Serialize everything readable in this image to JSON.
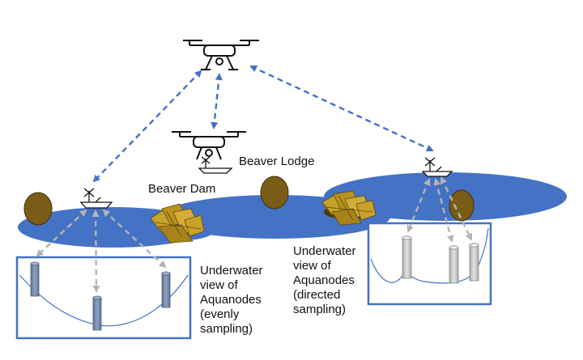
{
  "labels": {
    "beaver_lodge": "Beaver Lodge",
    "beaver_dam": "Beaver Dam",
    "left_view": [
      "Underwater",
      "view of",
      "Aquanodes",
      "(evenly",
      "sampling)"
    ],
    "right_view": [
      "Underwater",
      "view of",
      "Aquanodes",
      "(directed",
      "sampling)"
    ]
  },
  "colors": {
    "water": "#4472c4",
    "frame": "#4472c4",
    "link_arrow": "#4472c4",
    "sampling_arrow": "#b4b4b4",
    "lodge": "#7a5c16",
    "dam": "#b8911e",
    "left_sensor": "#7388a8",
    "right_sensor": "#cfcfcf"
  },
  "icons": {
    "aerial_drone": "drone-icon",
    "landed_drone": "drone-icon",
    "boat": "boat-icon",
    "lodge": "beaver-lodge-icon",
    "dam": "beaver-dam-icon",
    "sensor": "aquanode-icon"
  }
}
